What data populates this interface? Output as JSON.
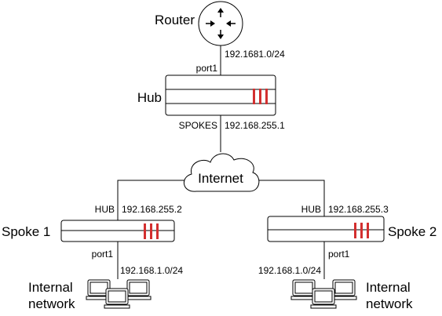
{
  "router": {
    "label": "Router",
    "subnet": "192.1681.0/24"
  },
  "hub": {
    "label": "Hub",
    "port_top": "port1",
    "port_bottom": "SPOKES",
    "ip": "192.168.255.1"
  },
  "internet": {
    "label": "Internet"
  },
  "spoke1": {
    "label": "Spoke 1",
    "port_top": "HUB",
    "ip": "192.168.255.2",
    "port_bottom": "port1",
    "subnet": "192.168.1.0/24",
    "network_line1": "Internal",
    "network_line2": "network"
  },
  "spoke2": {
    "label": "Spoke 2",
    "port_top": "HUB",
    "ip": "192.168.255.3",
    "port_bottom": "port1",
    "subnet": "192.168.1.0/24",
    "network_line1": "Internal",
    "network_line2": "network"
  },
  "colors": {
    "accent": "#d32f2f",
    "line": "#000000",
    "background": "#ffffff"
  },
  "icons": {
    "router": "router-icon",
    "firewall": "firewall-icon",
    "cloud": "cloud-icon",
    "computers": "computer-cluster-icon"
  }
}
